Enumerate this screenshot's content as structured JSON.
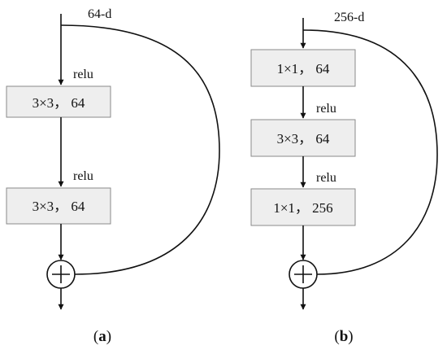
{
  "block_a": {
    "dim_label": "64-d",
    "relu_1": "relu",
    "relu_2": "relu",
    "layer_1": "3×3， 64",
    "layer_2": "3×3， 64",
    "caption_open": "(",
    "caption_letter": "a",
    "caption_close": ")"
  },
  "block_b": {
    "dim_label": "256-d",
    "relu_1": "relu",
    "relu_2": "relu",
    "layer_1": "1×1， 64",
    "layer_2": "3×3， 64",
    "layer_3": "1×1， 256",
    "caption_open": "(",
    "caption_letter": "b",
    "caption_close": ")"
  },
  "colors": {
    "box_fill": "#eeeeee",
    "box_stroke": "#8a8a8a",
    "line": "#111111"
  },
  "icons": {
    "sum_node": "circle-plus-icon",
    "arrow": "arrowhead-icon"
  }
}
